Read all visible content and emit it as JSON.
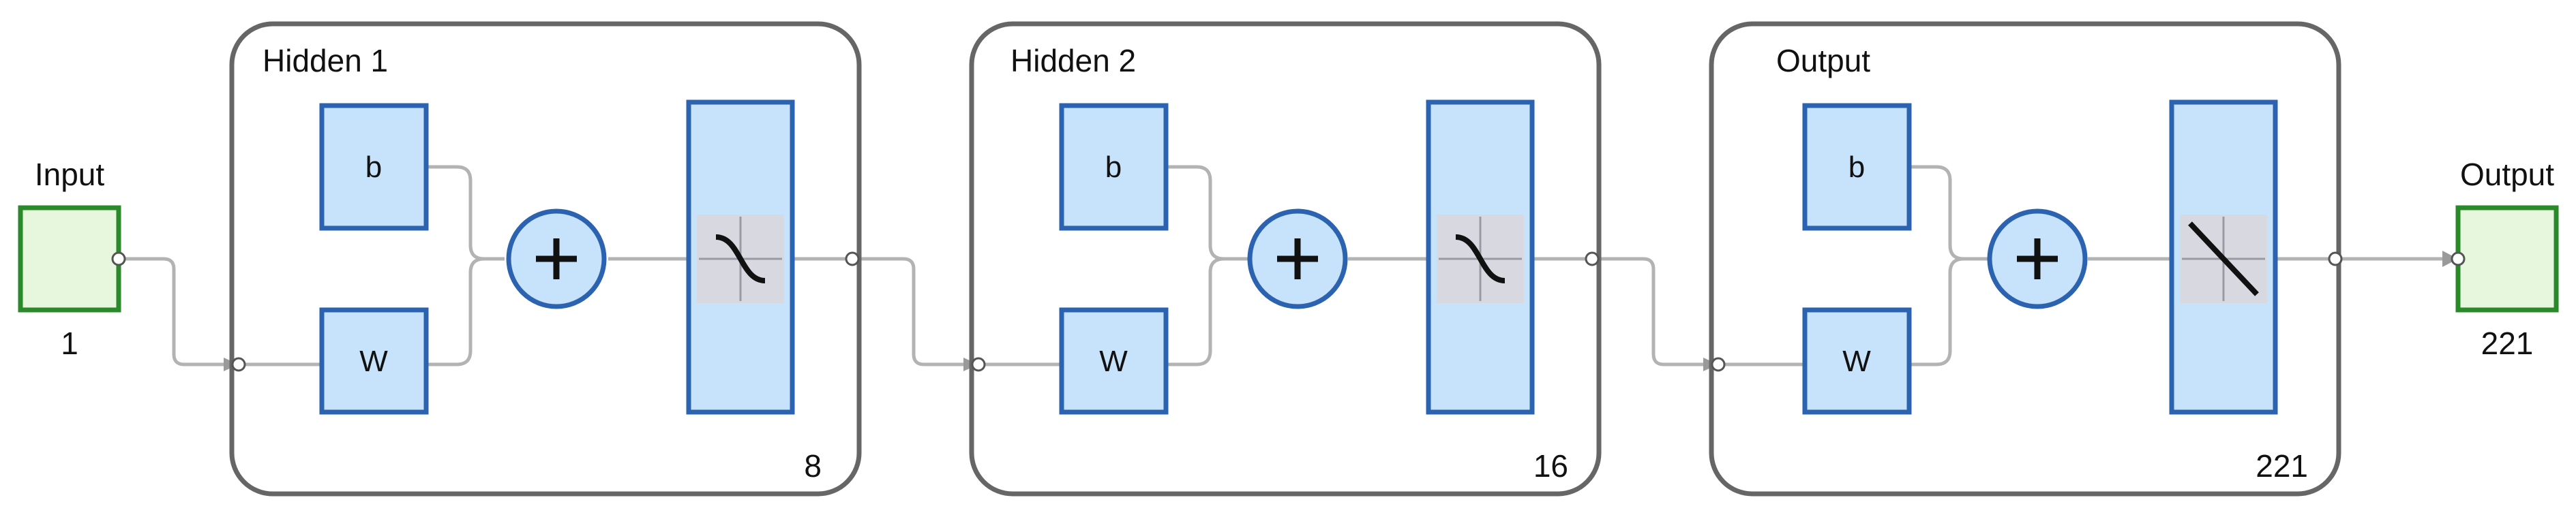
{
  "input": {
    "label": "Input",
    "size": "1"
  },
  "output_node": {
    "label": "Output",
    "size": "221"
  },
  "layers": [
    {
      "title": "Hidden 1",
      "bias_label": "b",
      "weight_label": "W",
      "size": "8",
      "transfer": "tansig"
    },
    {
      "title": "Hidden 2",
      "bias_label": "b",
      "weight_label": "W",
      "size": "16",
      "transfer": "tansig"
    },
    {
      "title": "Output",
      "bias_label": "b",
      "weight_label": "W",
      "size": "221",
      "transfer": "purelin"
    }
  ],
  "icons": {
    "sum": "plus-icon",
    "tansig": "sigmoid-curve-icon",
    "purelin": "linear-line-icon"
  },
  "colors": {
    "io_fill": "#e6f7dd",
    "io_stroke": "#2a8a2a",
    "box_fill": "#c7e2fb",
    "box_stroke": "#2b63b0",
    "layer_border": "#666666",
    "wire": "#b3b3b3"
  }
}
